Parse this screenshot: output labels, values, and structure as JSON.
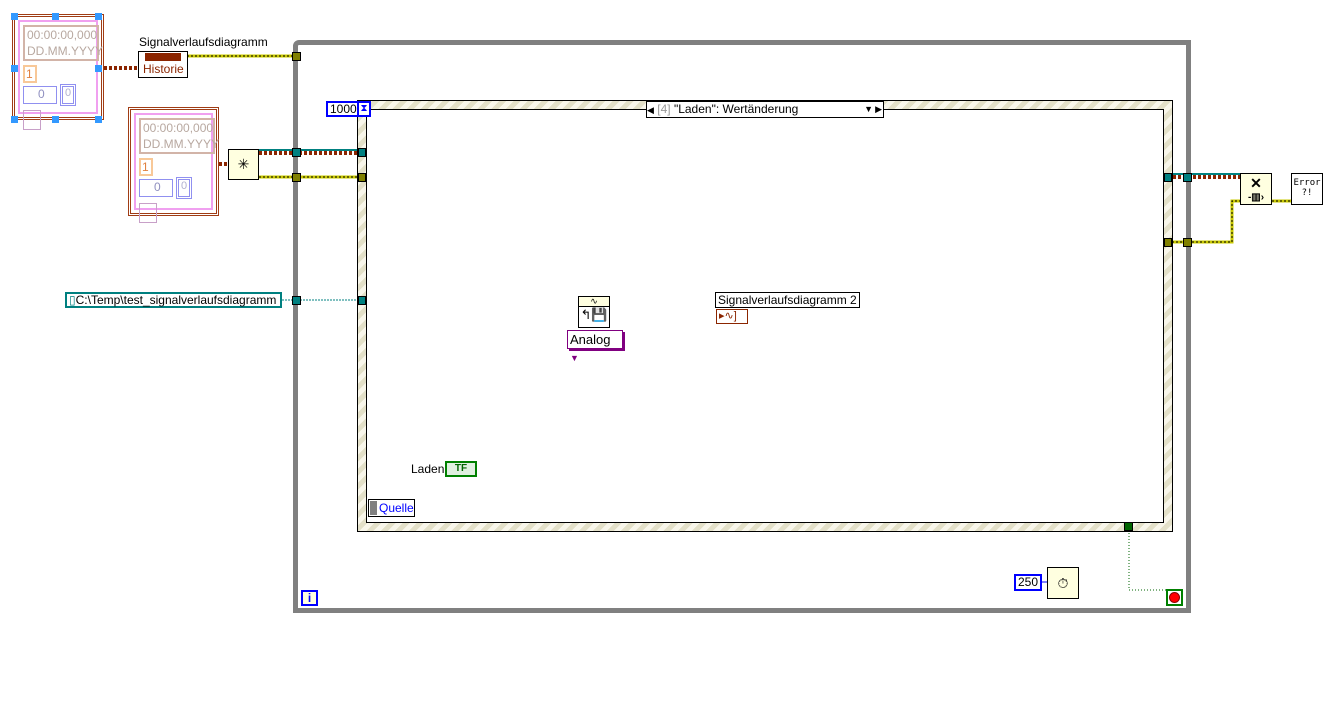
{
  "cluster_constants": [
    {
      "timestamp": "00:00:00,000",
      "date_format": "DD.MM.YYYY",
      "numeric": "1",
      "array_index": "0",
      "array_element": "0"
    },
    {
      "timestamp": "00:00:00,000",
      "date_format": "DD.MM.YYYY",
      "numeric": "1",
      "array_index": "0",
      "array_element": "0"
    }
  ],
  "property_node": {
    "label": "Signalverlaufsdiagramm",
    "property": "Historie"
  },
  "path_constant": "C:\\Temp\\test_signalverlaufsdiagramm",
  "event_structure": {
    "timeout": "1000",
    "case_index": "[4]",
    "case_label": "\"Laden\": Wertänderung",
    "event_data": "Quelle"
  },
  "read_vi": {
    "mode": "Analog"
  },
  "indicator_label": "Signalverlaufsdiagramm 2",
  "button_label": "Laden",
  "button_terminal": "TF",
  "wait_ms": "250",
  "iteration": "i",
  "error_handler": "Error ?!",
  "colors": {
    "cluster_wire": "#8b2500",
    "error_wire": "#c8c800",
    "path_wire": "#008080",
    "loop": "#808080"
  }
}
